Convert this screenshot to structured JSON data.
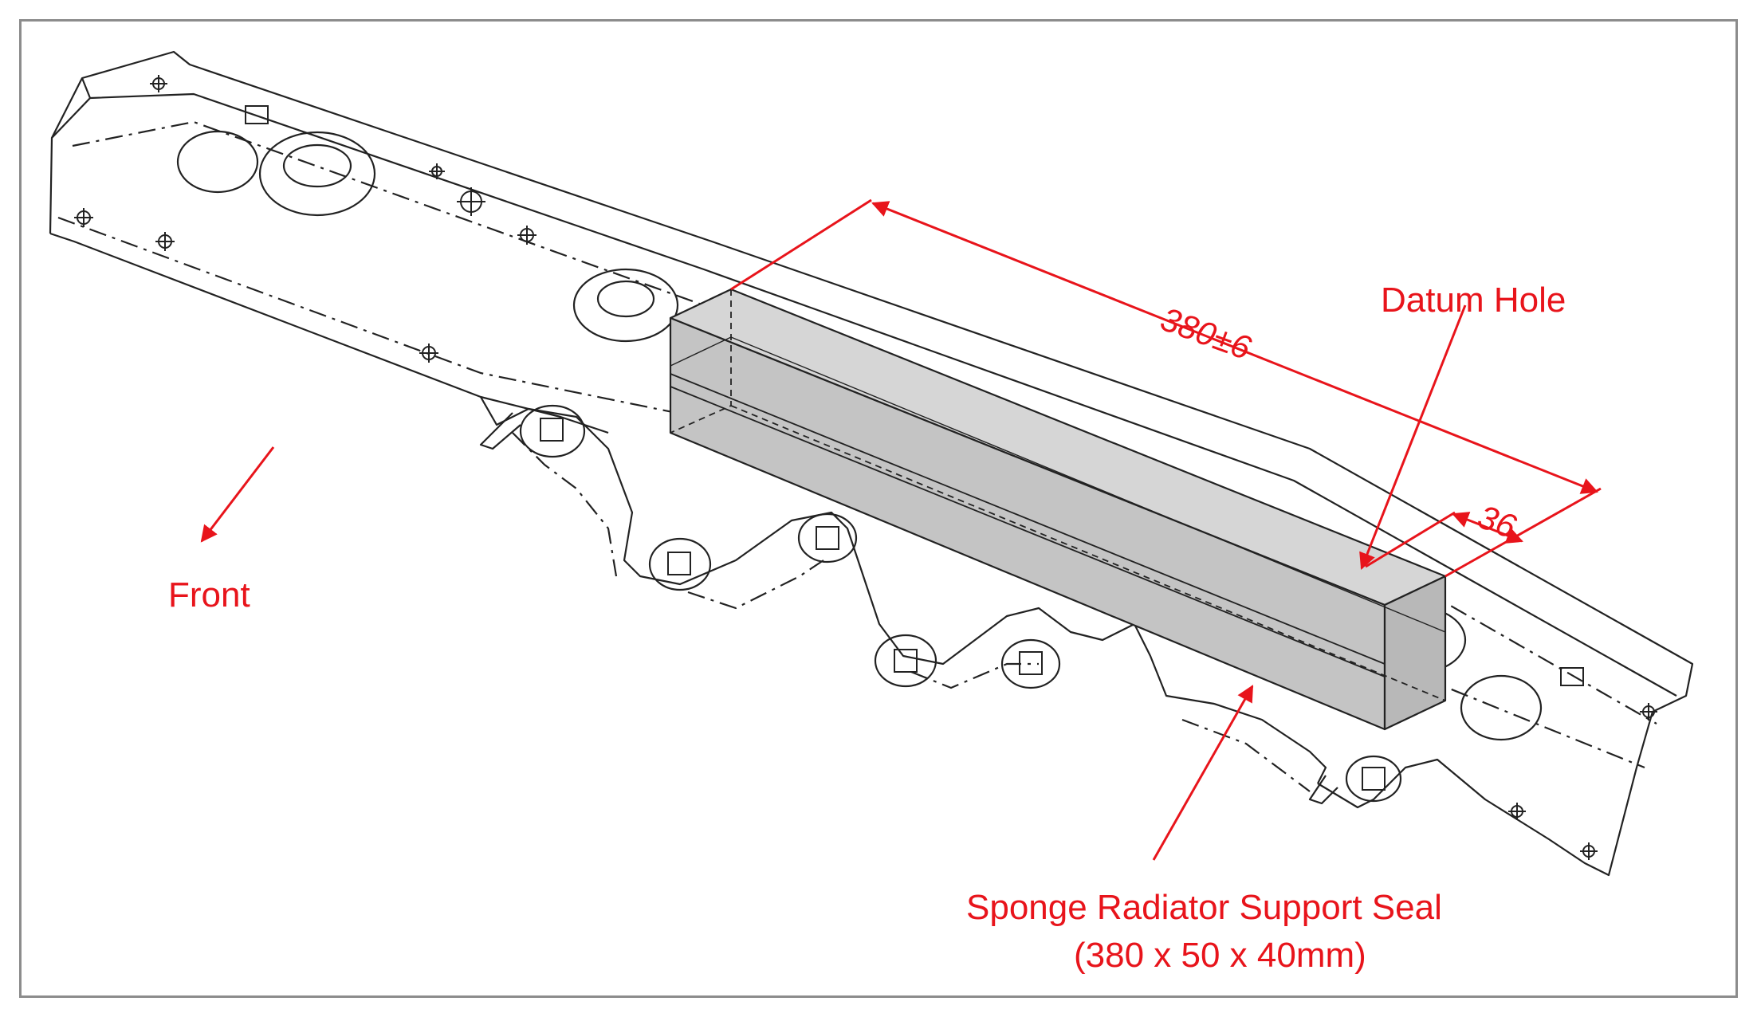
{
  "labels": {
    "datum_hole": "Datum Hole",
    "front": "Front",
    "seal_name": "Sponge Radiator Support Seal",
    "seal_dims": "(380 x 50 x 40mm)",
    "length_dim": "380±6",
    "offset_dim": "36"
  },
  "colors": {
    "annotation": "#e8141b",
    "seal_fill": "#c8c8c8",
    "line_art": "#222222",
    "frame_border": "#8c8c8c"
  }
}
